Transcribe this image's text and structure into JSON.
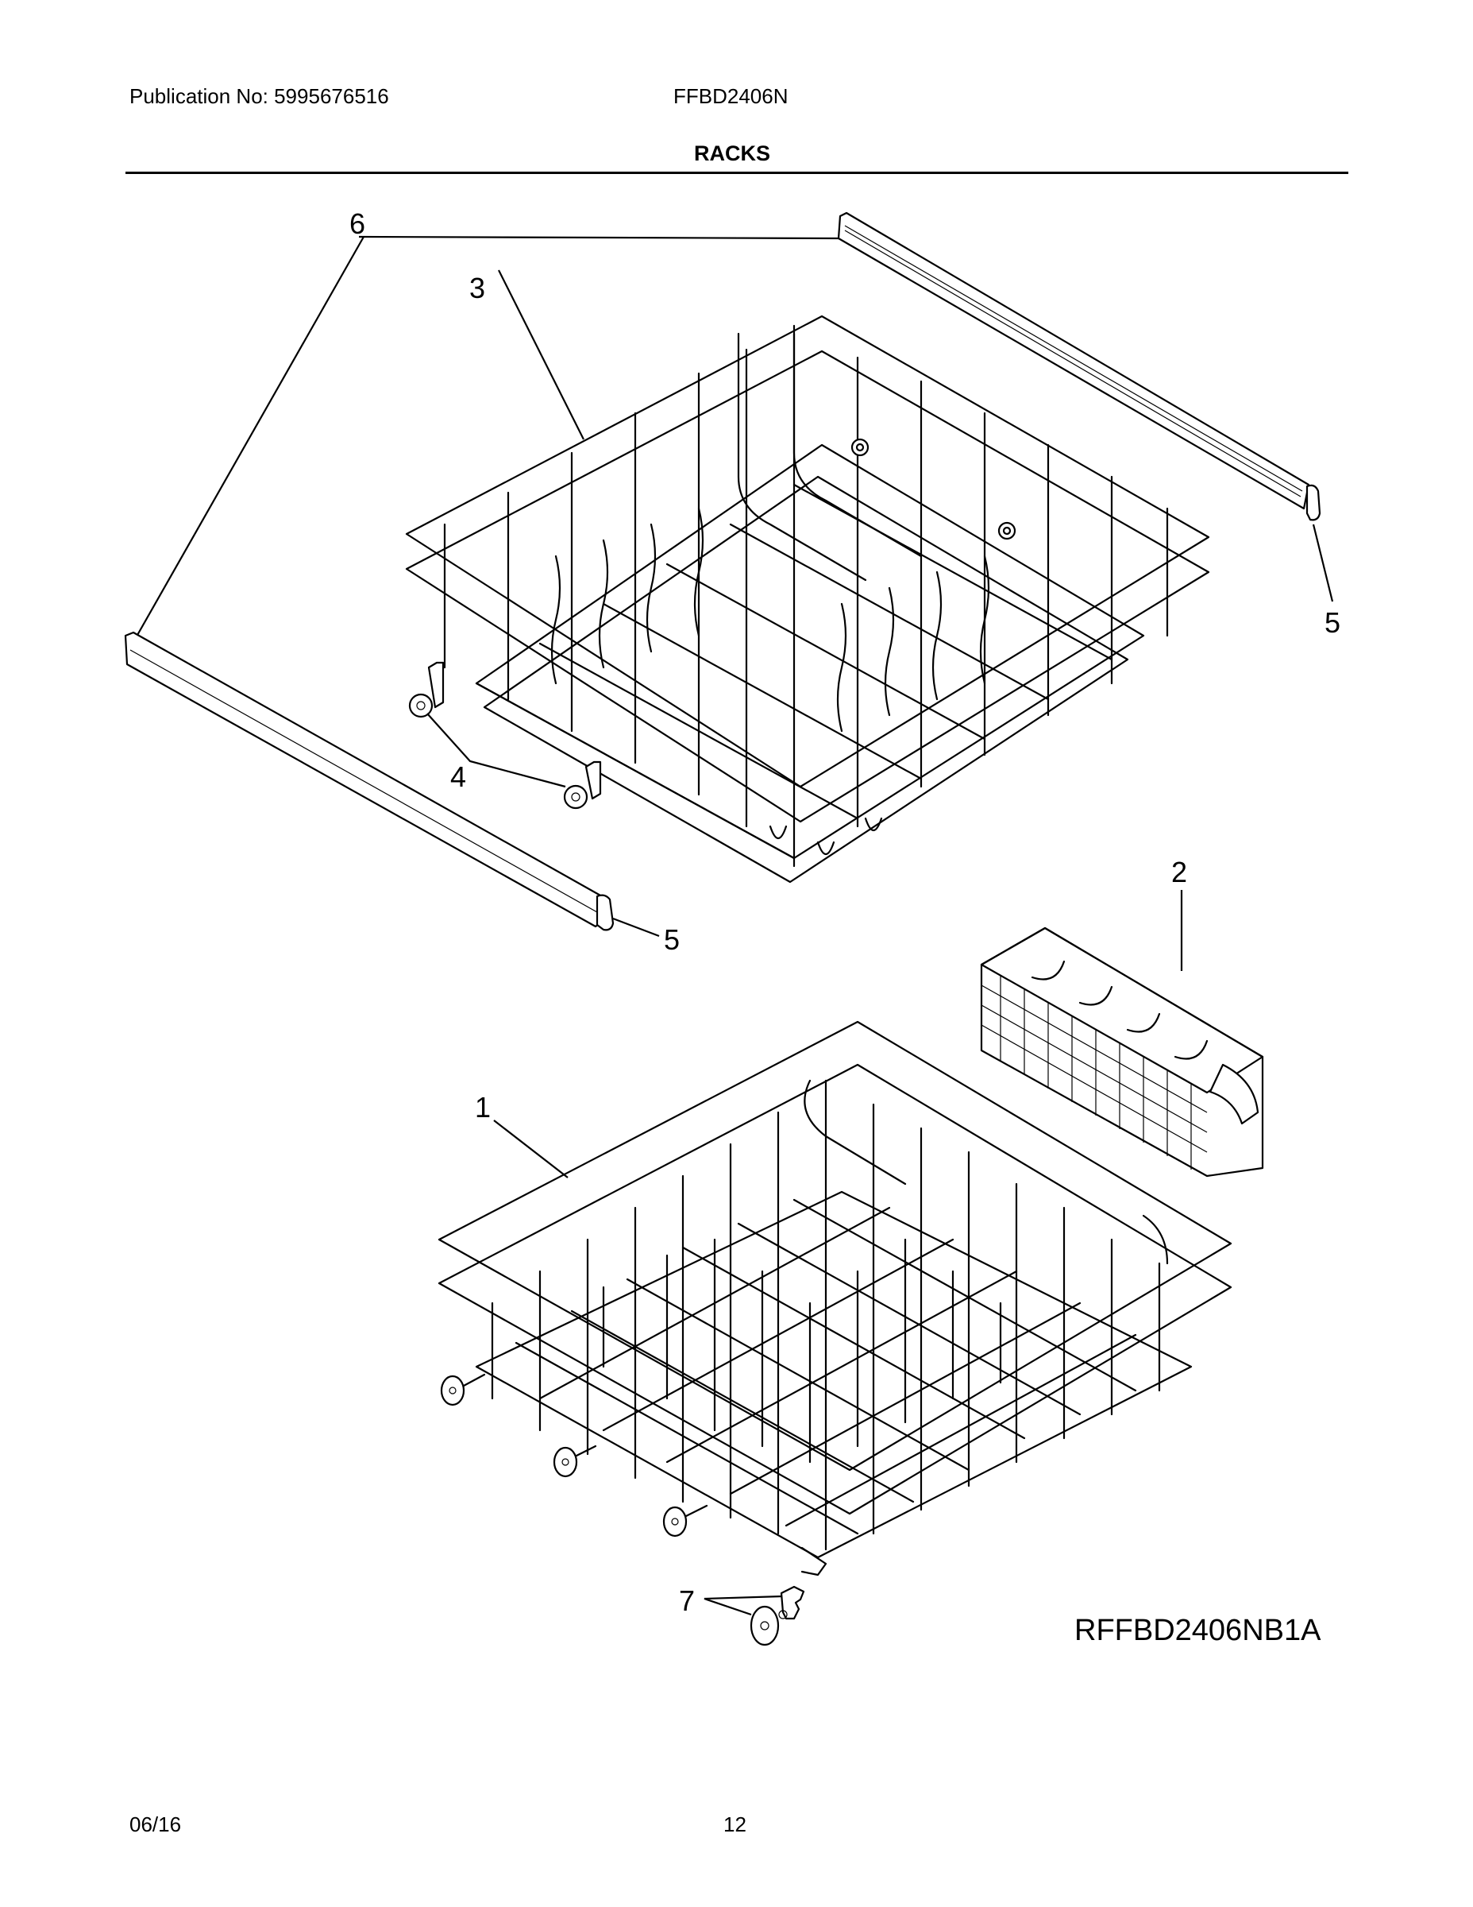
{
  "header": {
    "publication_label": "Publication No: 5995676516",
    "model": "FFBD2406N",
    "section_title": "RACKS"
  },
  "diagram": {
    "figure_code": "RFFBD2406NB1A",
    "callouts": [
      {
        "id": "1",
        "part": "lower-rack"
      },
      {
        "id": "2",
        "part": "silverware-basket"
      },
      {
        "id": "3",
        "part": "upper-rack"
      },
      {
        "id": "4",
        "part": "upper-rack-rollers"
      },
      {
        "id": "5",
        "part": "rack-track-end-cap"
      },
      {
        "id": "6",
        "part": "upper-rack-track"
      },
      {
        "id": "7",
        "part": "lower-rack-wheel-and-clip"
      }
    ],
    "labels": {
      "c1": "1",
      "c2": "2",
      "c3": "3",
      "c4": "4",
      "c5a": "5",
      "c5b": "5",
      "c6": "6",
      "c7": "7"
    }
  },
  "footer": {
    "date": "06/16",
    "page": "12"
  }
}
